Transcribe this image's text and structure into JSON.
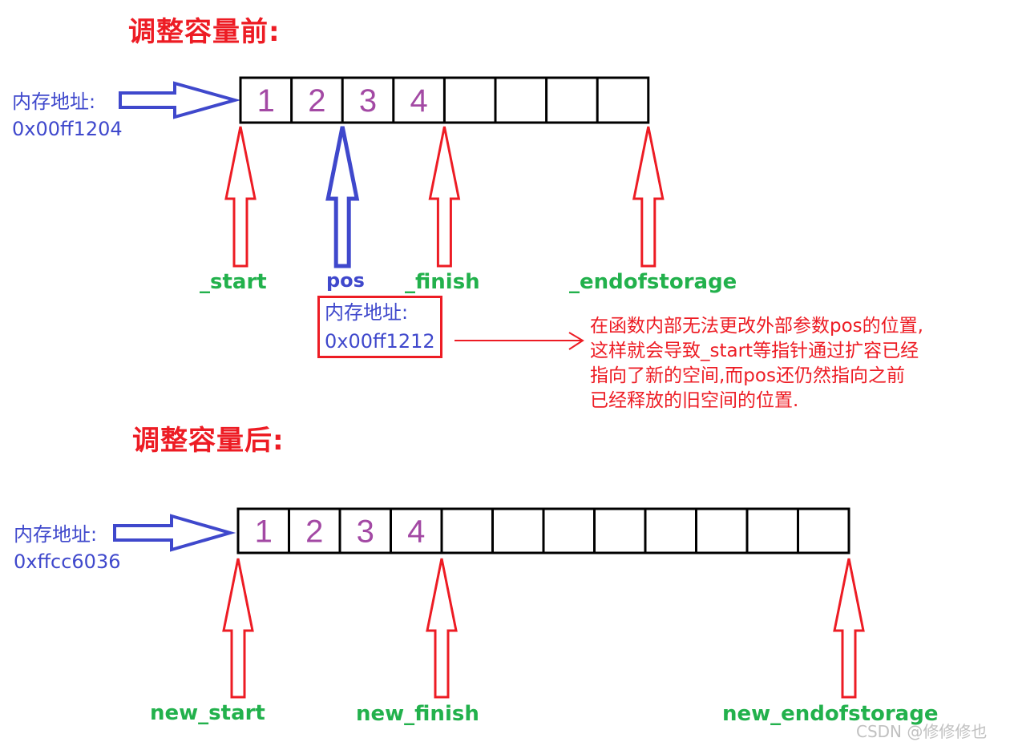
{
  "colors": {
    "title": "#ed1c24",
    "address_text": "#3f48cc",
    "pointer_label": "#22b14c",
    "cell_value": "#a349a4",
    "pointer_arrow": "#ed1c24",
    "pos_arrow": "#3f48cc",
    "cell_border": "#000000"
  },
  "before": {
    "title": "调整容量前:",
    "address_label": "内存地址:",
    "address_value": "0x00ff1204",
    "cells": [
      "1",
      "2",
      "3",
      "4",
      "",
      "",
      "",
      ""
    ],
    "pointers": [
      {
        "name": "_start",
        "cell_index": 0
      },
      {
        "name": "pos",
        "cell_index": 2
      },
      {
        "name": "_finish",
        "cell_index": 4
      },
      {
        "name": "_endofstorage",
        "cell_index": 8
      }
    ],
    "pos_address_label": "内存地址:",
    "pos_address_value": "0x00ff1212"
  },
  "note": {
    "lines": [
      "在函数内部无法更改外部参数pos的位置,",
      "这样就会导致_start等指针通过扩容已经",
      "指向了新的空间,而pos还仍然指向之前",
      "已经释放的旧空间的位置."
    ]
  },
  "after": {
    "title": "调整容量后:",
    "address_label": "内存地址:",
    "address_value": "0xffcc6036",
    "cells": [
      "1",
      "2",
      "3",
      "4",
      "",
      "",
      "",
      "",
      "",
      "",
      "",
      ""
    ],
    "pointers": [
      {
        "name": "new_start",
        "cell_index": 0
      },
      {
        "name": "new_finish",
        "cell_index": 4
      },
      {
        "name": "new_endofstorage",
        "cell_index": 12
      }
    ]
  },
  "watermark": "CSDN @修修修也"
}
